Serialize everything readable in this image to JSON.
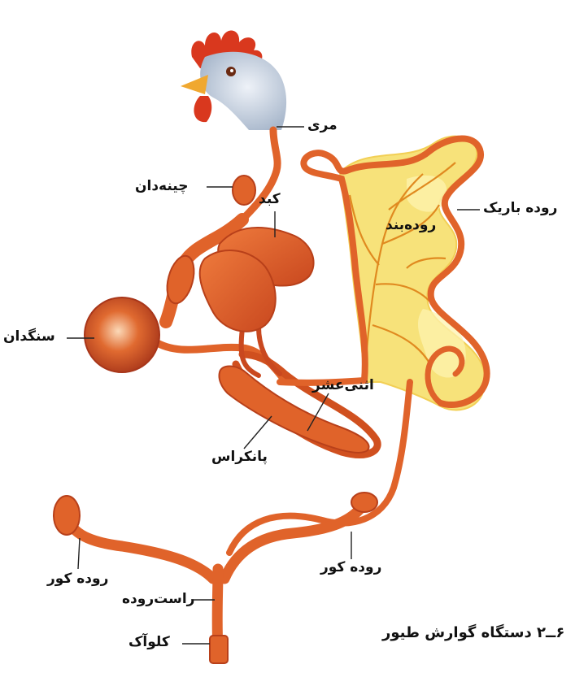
{
  "labels": {
    "esophagus": "مری",
    "crop": "چینه‌دان",
    "liver": "کبد",
    "gizzard": "سنگدان",
    "small_intestine": "روده باریک",
    "mesentery": "روده‌بند",
    "duodenum": "اثنی‌عشر",
    "pancreas": "پانکراس",
    "cecum_left": "روده کور",
    "cecum_right": "روده کور",
    "rectum": "راست‌روده",
    "cloaca": "کلوآک"
  },
  "caption": "۶ــ۲ دستگاه گوارش طیور",
  "colors": {
    "organ": "#e0632a",
    "organ_dark": "#b8401a",
    "mesentery_fill": "#f7e27a",
    "mesentery_light": "#fdf3b0",
    "vessel": "#e08a20",
    "head": "#c9d4e2",
    "comb": "#d9381e",
    "beak": "#f0a830",
    "leader": "#222222"
  }
}
